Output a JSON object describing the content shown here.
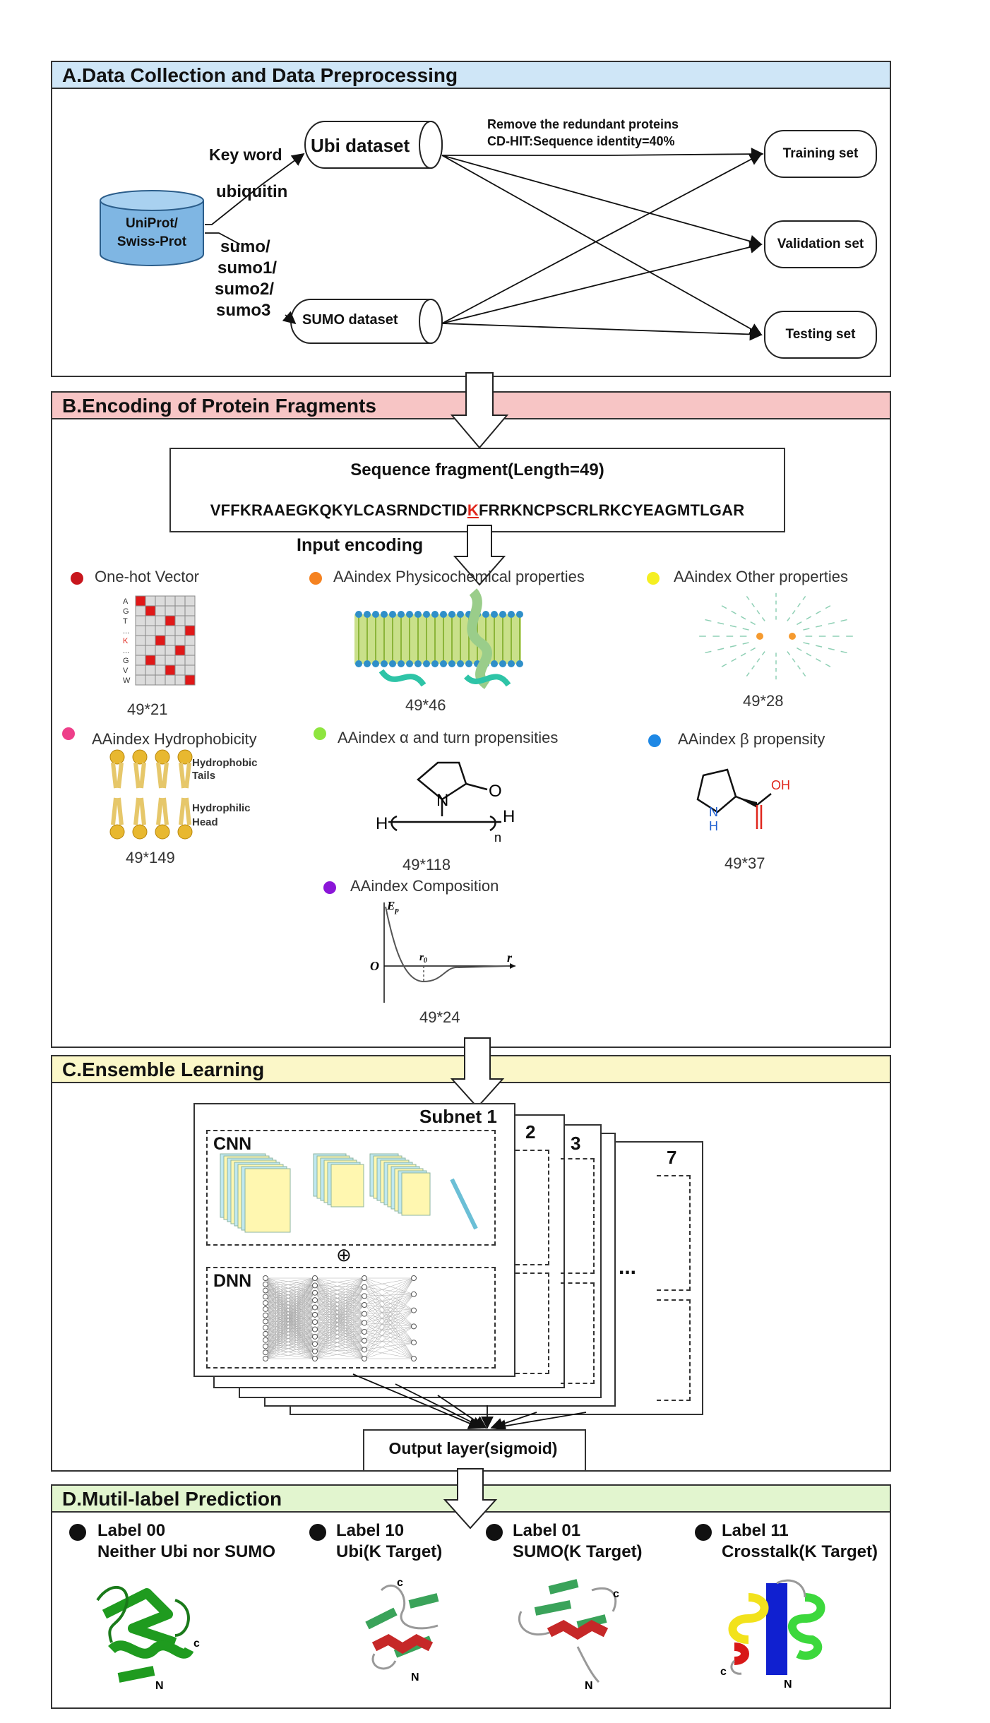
{
  "panel_a": {
    "header": "A.Data Collection and Data Preprocessing",
    "database_line1": "UniProt/",
    "database_line2": "Swiss-Prot",
    "keyword_label": "Key word",
    "keyword_ubi": "ubiquitin",
    "keyword_sumo": [
      "sumo/",
      "sumo1/",
      "sumo2/",
      "sumo3"
    ],
    "ubi_dataset": "Ubi dataset",
    "sumo_dataset": "SUMO dataset",
    "redundancy_line1": "Remove the redundant proteins",
    "redundancy_line2": "CD-HIT:Sequence identity=40%",
    "training": "Training set",
    "validation": "Validation set",
    "testing": "Testing set"
  },
  "panel_b": {
    "header": "B.Encoding of Protein Fragments",
    "seq_title": "Sequence fragment(Length=49)",
    "seq_before": "VFFKRAAEGKQKYLCASRNDCTID",
    "seq_target": "K",
    "seq_after": "FRRKNCPSCRLRKCYEAGMTLGAR",
    "input_encoding": "Input encoding",
    "onehot_letters": [
      "A",
      "G",
      "T",
      "...",
      "K",
      "...",
      "G",
      "V",
      "W"
    ],
    "membrane_labels": [
      "Hydrophobic",
      "Tails",
      "Hydrophilic",
      "Head"
    ],
    "structure_labels": {
      "N": "N",
      "O": "O",
      "H": "H",
      "n": "n",
      "OH": "OH",
      "NH": "N",
      "NH_H": "H"
    },
    "curve_labels": {
      "ep": "E",
      "ep_sub": "p",
      "origin": "O",
      "r0": "r",
      "r0_sub": "0",
      "r": "r"
    },
    "encodings": [
      {
        "label": "One-hot Vector",
        "dim": "49*21",
        "color": "#c8161d"
      },
      {
        "label": "AAindex Physicochemical properties",
        "dim": "49*46",
        "color": "#f58220"
      },
      {
        "label": "AAindex Other properties",
        "dim": "49*28",
        "color": "#f5ef21"
      },
      {
        "label": "AAindex Hydrophobicity",
        "dim": "49*149",
        "color": "#ee3f8a"
      },
      {
        "label": "AAindex α and turn propensities",
        "dim": "49*118",
        "color": "#8ee53f"
      },
      {
        "label": "AAindex  β propensity",
        "dim": "49*37",
        "color": "#1e88e5"
      },
      {
        "label": "AAindex Composition",
        "dim": "49*24",
        "color": "#8b16d8"
      }
    ]
  },
  "panel_c": {
    "header": "C.Ensemble Learning",
    "subnet": "Subnet 1",
    "subnet_numbers": [
      "2",
      "3",
      "7"
    ],
    "ellipsis": "...",
    "cnn": "CNN",
    "dnn": "DNN",
    "plus": "⊕",
    "output": "Output layer(sigmoid)"
  },
  "panel_d": {
    "header": "D.Mutil-label Prediction",
    "labels": [
      {
        "line1": "Label 00",
        "line2": "Neither Ubi nor SUMO"
      },
      {
        "line1": "Label 10",
        "line2": "Ubi(K Target)"
      },
      {
        "line1": "Label 01",
        "line2": "SUMO(K Target)"
      },
      {
        "line1": "Label 11",
        "line2": "Crosstalk(K Target)"
      }
    ],
    "termini": {
      "c": "c",
      "n": "N"
    }
  }
}
